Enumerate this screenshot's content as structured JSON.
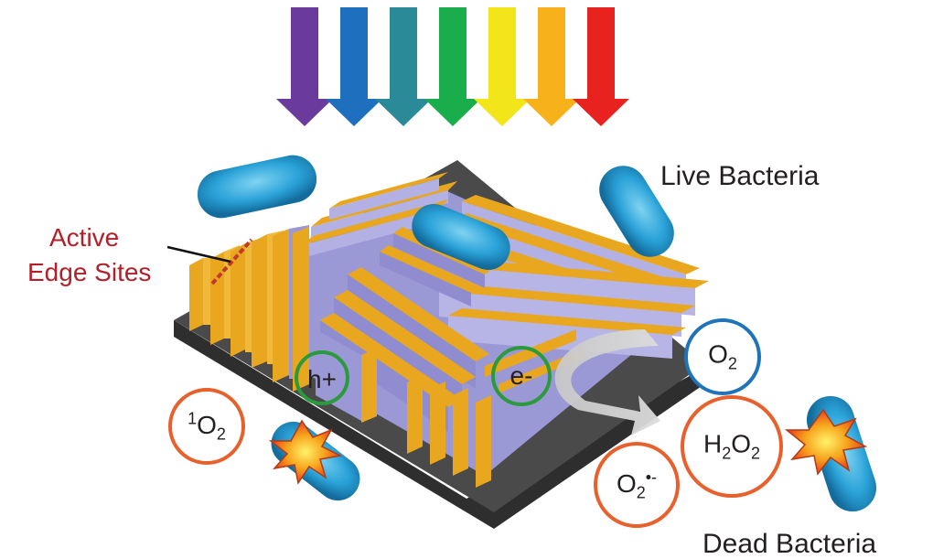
{
  "labels": {
    "live_bacteria": "Live Bacteria",
    "dead_bacteria": "Dead Bacteria",
    "active_line1": "Active",
    "active_line2": "Edge Sites",
    "hole": "h+",
    "electron": "e-"
  },
  "species": {
    "singlet_sup": "1",
    "singlet_main": "O",
    "singlet_sub": "2",
    "o2_main": "O",
    "o2_sub": "2",
    "h2o2_a": "H",
    "h2o2_b": "2",
    "h2o2_c": "O",
    "h2o2_d": "2",
    "superoxide_main": "O",
    "superoxide_sub": "2",
    "superoxide_sup": "•-"
  },
  "colors": {
    "arrows": [
      "#6a3a9c",
      "#1f6fbf",
      "#2a8a98",
      "#19ad4b",
      "#f2e51a",
      "#f7b21b",
      "#e8231f"
    ],
    "gold": "#e8a71f",
    "lavender": "#a9a6dc",
    "substrate": "#3d3d3d",
    "orange_ring": "#e8602c",
    "blue_ring": "#1f73b8",
    "green_ring": "#2a9a3c",
    "bacteria": "#2aa2d8",
    "edge_label": "#b3202a"
  }
}
